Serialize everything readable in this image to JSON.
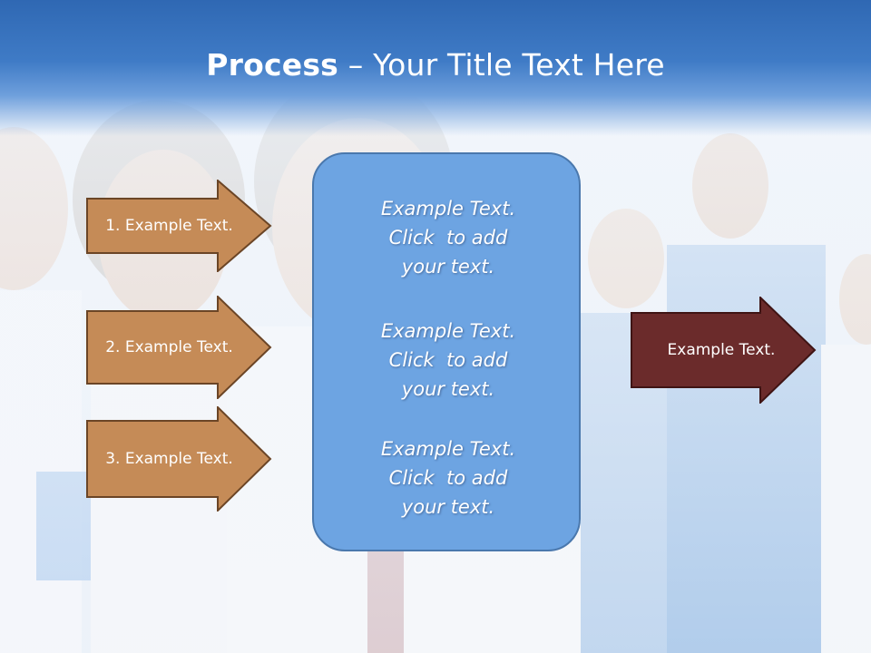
{
  "slide": {
    "title_bold": "Process",
    "title_rest": " – Your Title Text Here"
  },
  "steps": [
    {
      "label": "1. Example Text."
    },
    {
      "label": "2. Example Text."
    },
    {
      "label": "3. Example Text."
    }
  ],
  "center_box": {
    "paragraphs": [
      {
        "lines": [
          "Example Text.",
          "Click  to add",
          "your text."
        ]
      },
      {
        "lines": [
          "Example Text.",
          "Click  to add",
          "your text."
        ]
      },
      {
        "lines": [
          "Example Text.",
          "Click  to add",
          "your text."
        ]
      }
    ]
  },
  "result_arrow": {
    "label": "Example Text."
  },
  "colors": {
    "step_arrow_fill": "#c58b57",
    "step_arrow_stroke": "#6b4526",
    "result_arrow_fill": "#6b2b2b",
    "result_arrow_stroke": "#3f1414",
    "center_box_fill": "#6da4e2",
    "header_blue": "#2f68b3"
  }
}
